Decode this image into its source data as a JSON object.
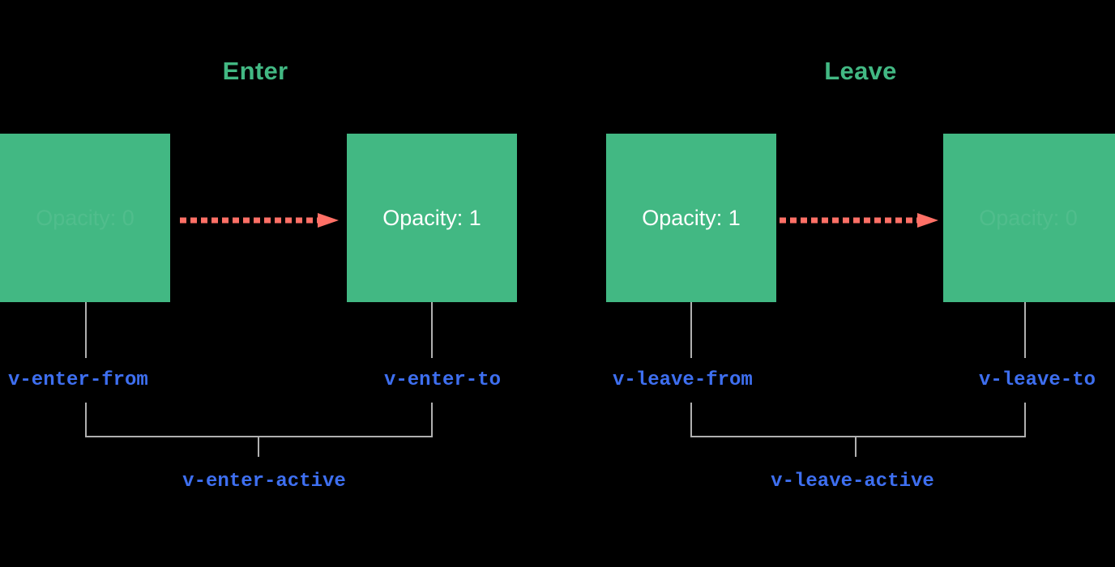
{
  "diagram": {
    "title_enter": "Enter",
    "title_leave": "Leave",
    "colors": {
      "background": "#000000",
      "box_green": "#42b883",
      "title_green": "#42b883",
      "arrow_red": "#ff7066",
      "label_blue": "#3e6ff0",
      "connector_gray": "#b0b0b0",
      "box_text_white": "#ffffff"
    },
    "enter": {
      "heading": "Enter",
      "from_box": {
        "label": "Opacity: 0",
        "faded": true
      },
      "to_box": {
        "label": "Opacity: 1",
        "faded": false
      },
      "from_class": "v-enter-from",
      "to_class": "v-enter-to",
      "active_class": "v-enter-active",
      "arrow": "dashed-arrow-right"
    },
    "leave": {
      "heading": "Leave",
      "from_box": {
        "label": "Opacity: 1",
        "faded": false
      },
      "to_box": {
        "label": "Opacity: 0",
        "faded": true
      },
      "from_class": "v-leave-from",
      "to_class": "v-leave-to",
      "active_class": "v-leave-active",
      "arrow": "dashed-arrow-right"
    }
  }
}
